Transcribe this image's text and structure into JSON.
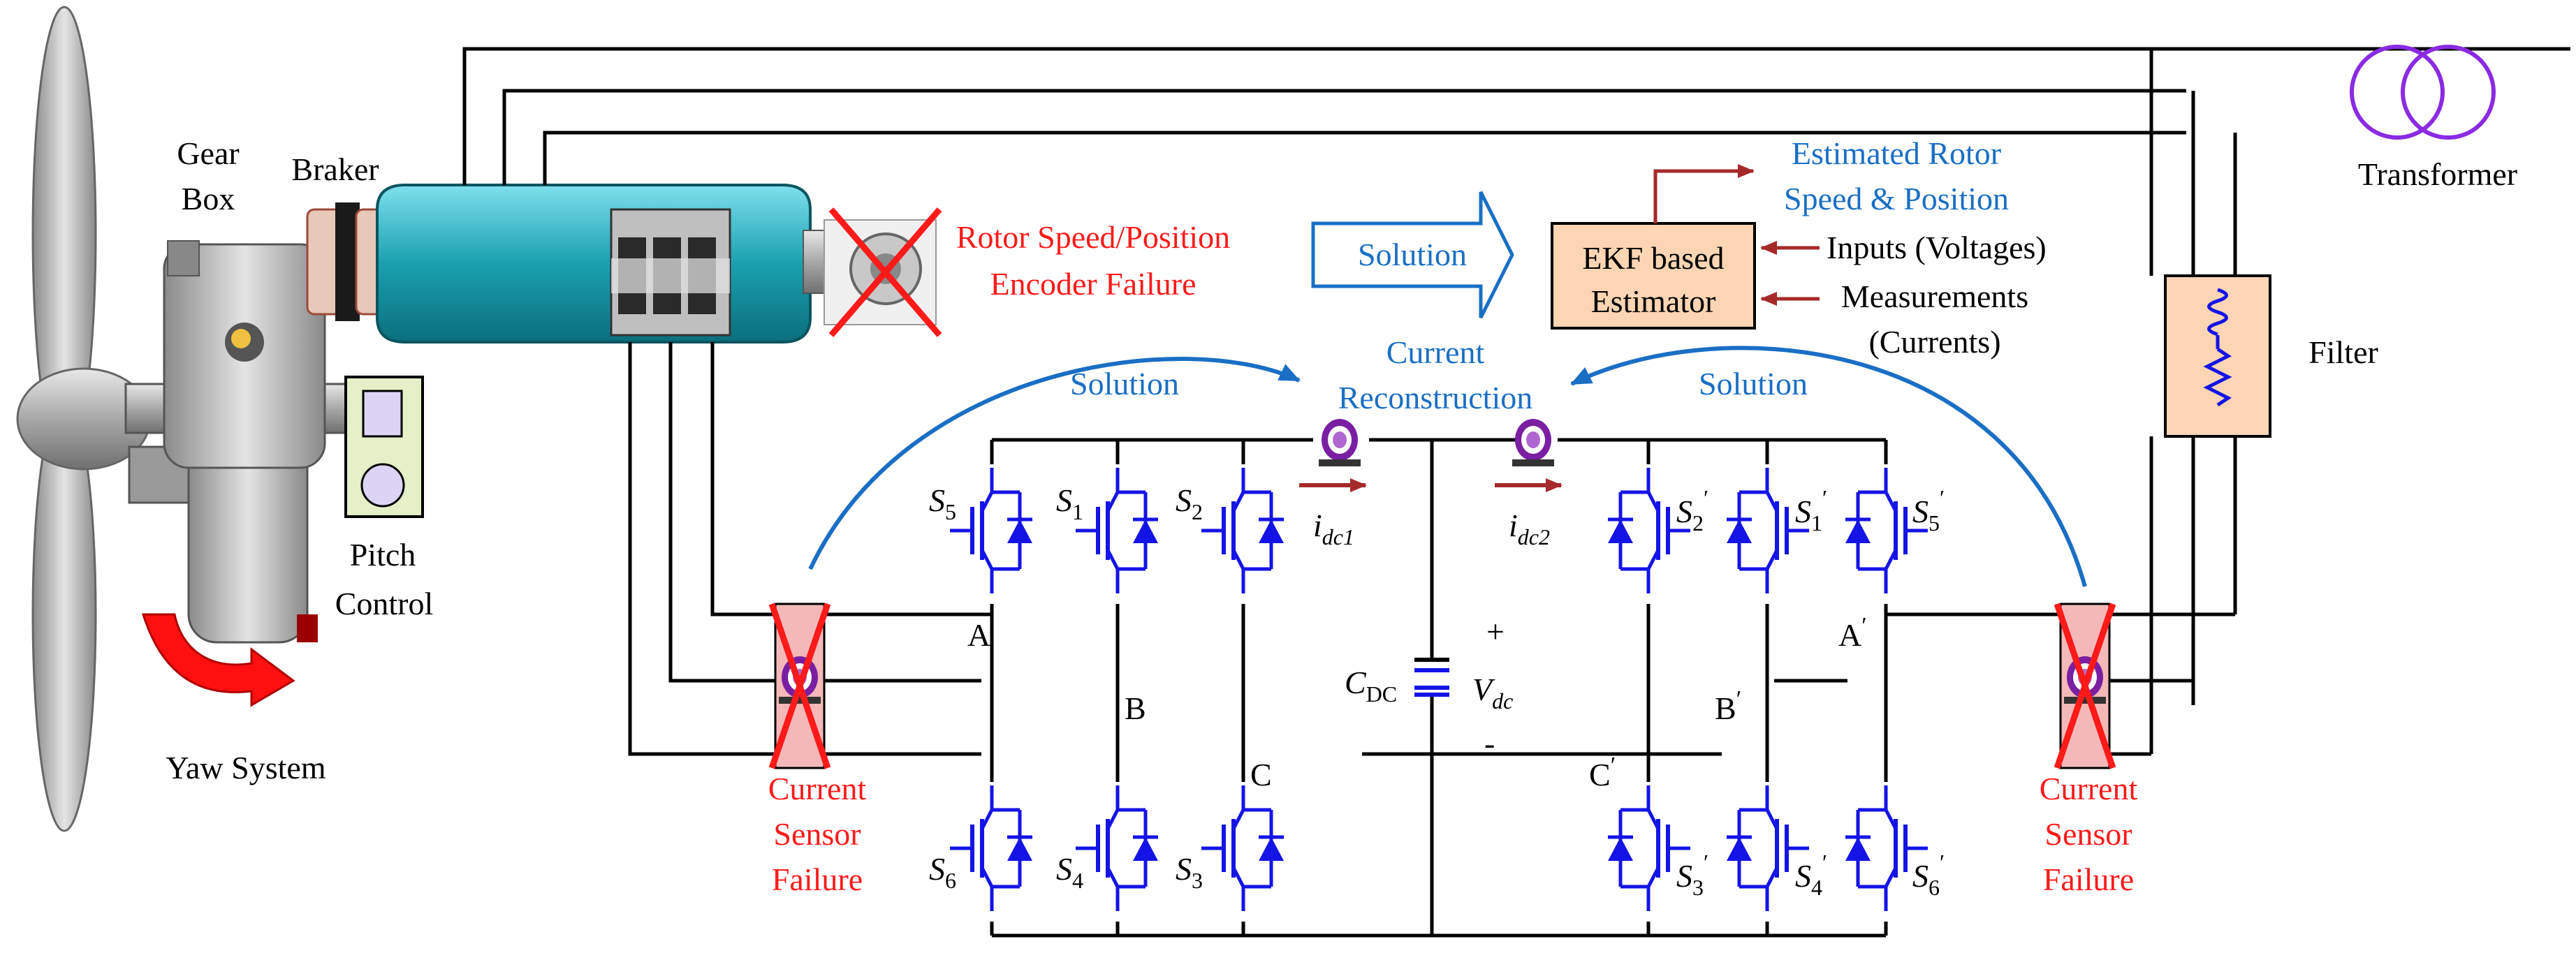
{
  "labels": {
    "gear_box_1": "Gear",
    "gear_box_2": "Box",
    "braker": "Braker",
    "pitch_control_1": "Pitch",
    "pitch_control_2": "Control",
    "yaw_system": "Yaw System",
    "transformer": "Transformer",
    "filter": "Filter",
    "encoder_failure_1": "Rotor Speed/Position",
    "encoder_failure_2": "Encoder Failure",
    "solution_top": "Solution",
    "ekf_1": "EKF based",
    "ekf_2": "Estimator",
    "estimated_1": "Estimated Rotor",
    "estimated_2": "Speed & Position",
    "inputs": "Inputs (Voltages)",
    "measurements_1": "Measurements",
    "measurements_2": "(Currents)",
    "current_recon_1": "Current",
    "current_recon_2": "Reconstruction",
    "solution_left": "Solution",
    "solution_right": "Solution",
    "sensor_failure_left_1": "Current",
    "sensor_failure_left_2": "Sensor",
    "sensor_failure_left_3": "Failure",
    "sensor_failure_right_1": "Current",
    "sensor_failure_right_2": "Sensor",
    "sensor_failure_right_3": "Failure",
    "phase_A": "A",
    "phase_B": "B",
    "phase_C": "C",
    "phase_A2": "A",
    "phase_B2": "B",
    "phase_C2": "C",
    "prime": "′",
    "plus": "+",
    "minus": "-",
    "cdc_main": "C",
    "cdc_sub": "DC",
    "vdc_main": "V",
    "vdc_sub": "dc",
    "idc1_main": "i",
    "idc1_sub": "dc1",
    "idc2_main": "i",
    "idc2_sub": "dc2",
    "s_main": "S",
    "s1": "1",
    "s2": "2",
    "s3": "3",
    "s4": "4",
    "s5": "5",
    "s6": "6"
  },
  "colors": {
    "wire": "#000000",
    "accent_blue": "#1a6fc4",
    "failure_red": "#ff1a1a",
    "switch_blue": "#1414e6",
    "arrow_dark_red": "#a52a2a",
    "box_fill": "#fcd5b4",
    "transformer": "#8a2be2",
    "generator": "#1aa0b0"
  }
}
